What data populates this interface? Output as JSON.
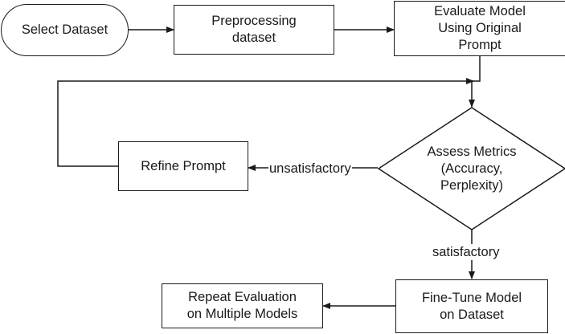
{
  "nodes": {
    "select_dataset": "Select Dataset",
    "preprocessing": "Preprocessing\ndataset",
    "evaluate_model": "Evaluate Model\nUsing Original\nPrompt",
    "assess_metrics": "Assess Metrics\n(Accuracy,\nPerplexity)",
    "refine_prompt": "Refine Prompt",
    "fine_tune": "Fine-Tune Model\non Dataset",
    "repeat_evaluation": "Repeat Evaluation\non Multiple Models"
  },
  "edges": {
    "unsatisfactory": "unsatisfactory",
    "satisfactory": "satisfactory"
  },
  "colors": {
    "stroke": "#1a1a1a",
    "background": "#ffffff"
  }
}
